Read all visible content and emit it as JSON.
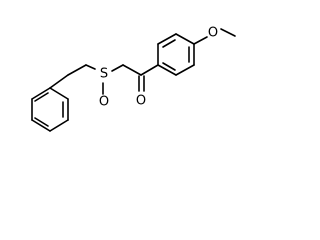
{
  "molecule": {
    "atoms": {
      "sulfur": {
        "label": "S",
        "color": "#000000"
      },
      "sulfoxide_oxygen": {
        "label": "O",
        "color": "#000000"
      },
      "carbonyl_oxygen": {
        "label": "O",
        "color": "#000000"
      },
      "methoxy_oxygen": {
        "label": "O",
        "color": "#000000"
      }
    },
    "bond_color": "#000000",
    "background": "#ffffff"
  }
}
